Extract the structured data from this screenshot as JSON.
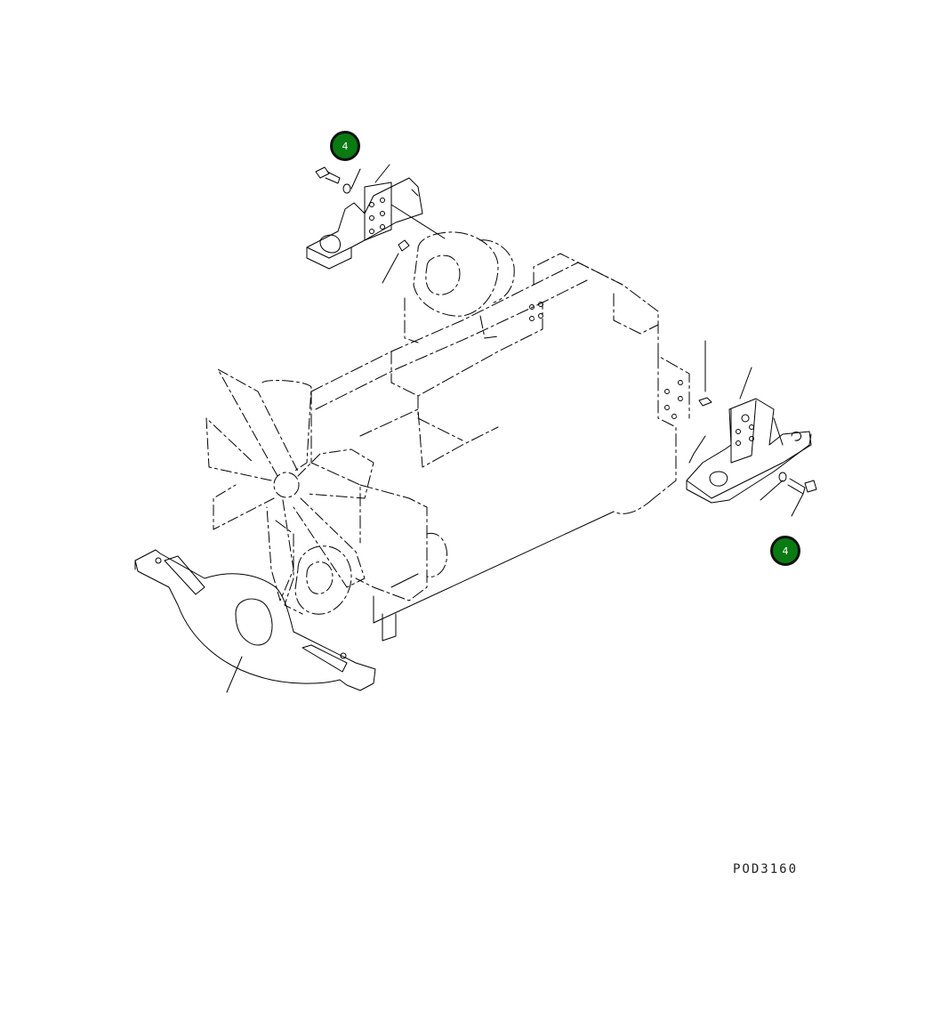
{
  "drawing": {
    "code": "POD3160"
  },
  "callouts": [
    {
      "label": "4"
    },
    {
      "label": "4"
    }
  ],
  "colors": {
    "callout_fill": "#0a7a12",
    "callout_border": "#111111",
    "line": "#000000"
  }
}
